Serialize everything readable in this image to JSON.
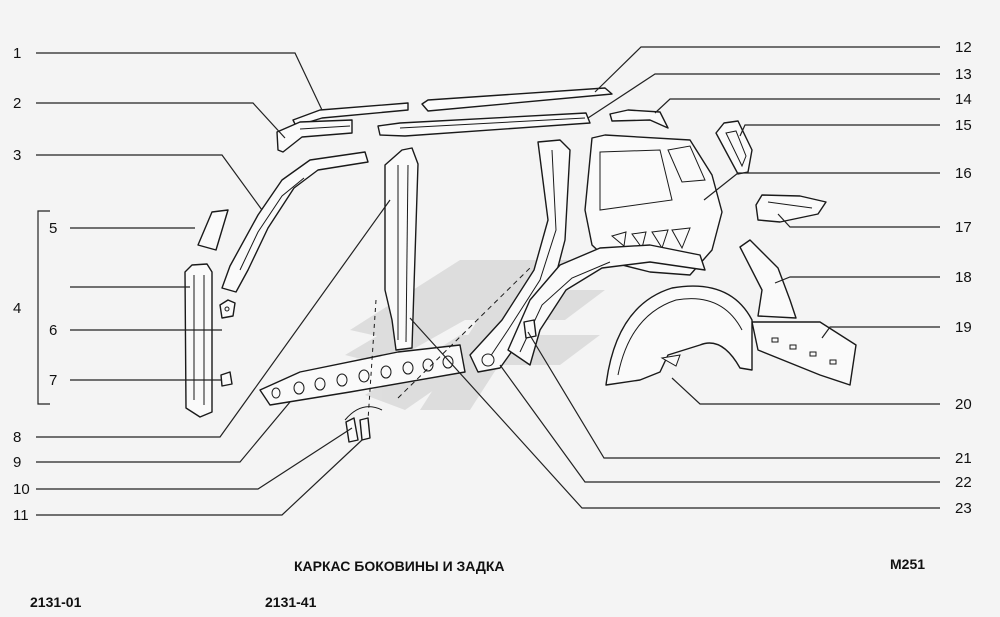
{
  "title": "КАРКАС БОКОВИНЫ И ЗАДКА",
  "page_code": "M251",
  "models": [
    "2131-01",
    "2131-41"
  ],
  "callouts": [
    "1",
    "2",
    "3",
    "4",
    "5",
    "6",
    "7",
    "8",
    "9",
    "10",
    "11",
    "12",
    "13",
    "14",
    "15",
    "16",
    "17",
    "18",
    "19",
    "20",
    "21",
    "22",
    "23"
  ],
  "colors": {
    "line": "#1a1a1a",
    "background": "#f4f4f4",
    "watermark": "#c8c8c8"
  }
}
